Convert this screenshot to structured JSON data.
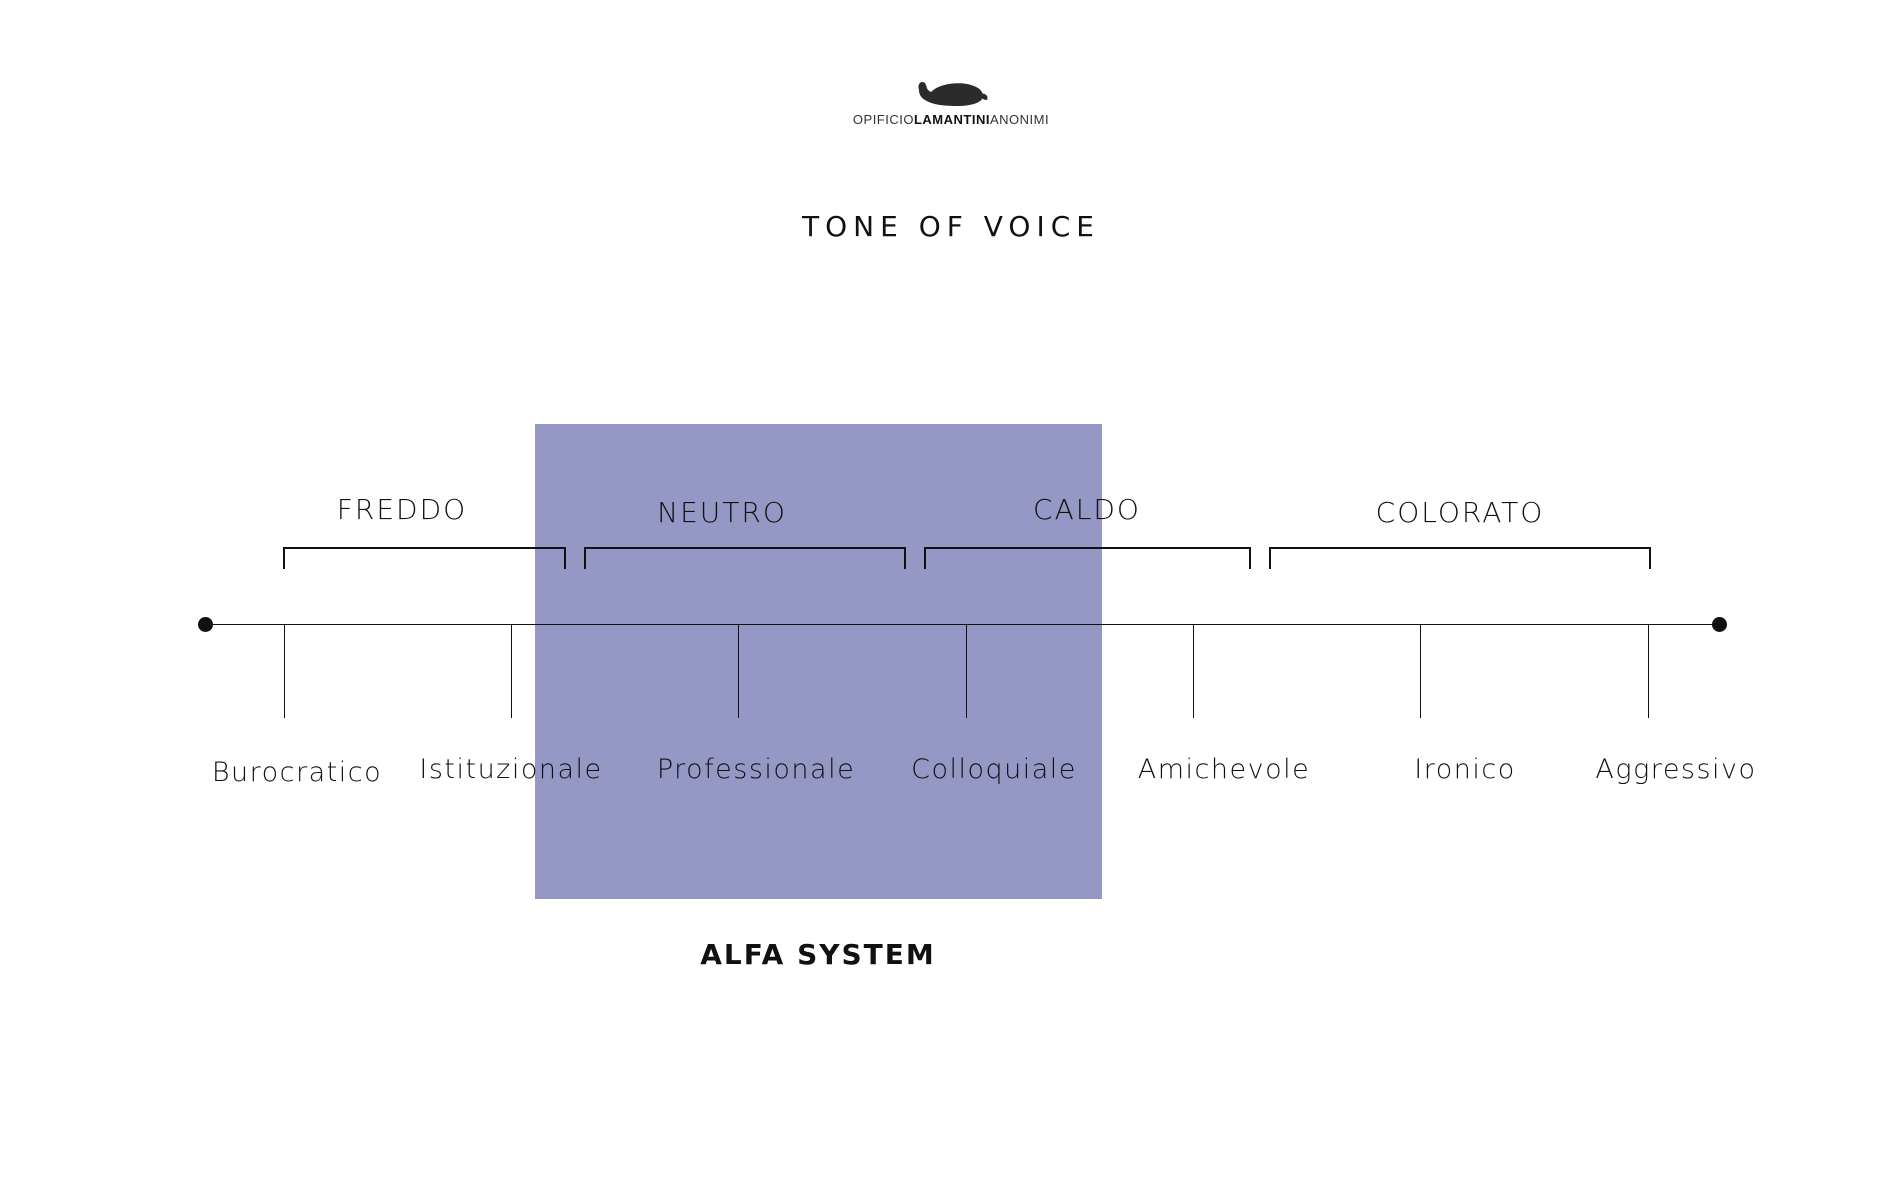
{
  "logo": {
    "part1": "OPIFICIO",
    "part2": "LAMANTINI",
    "part3": "ANONIMI"
  },
  "title": "TONE OF VOICE",
  "groups": [
    {
      "label": "FREDDO"
    },
    {
      "label": "NEUTRO"
    },
    {
      "label": "CALDO"
    },
    {
      "label": "COLORATO"
    }
  ],
  "scale_points": [
    {
      "label": "Burocratico"
    },
    {
      "label": "Istituzionale"
    },
    {
      "label": "Professionale"
    },
    {
      "label": "Colloquiale"
    },
    {
      "label": "Amichevole"
    },
    {
      "label": "Ironico"
    },
    {
      "label": "Aggressivo"
    }
  ],
  "highlight": {
    "label": "ALFA SYSTEM",
    "color": "#9598c4"
  }
}
